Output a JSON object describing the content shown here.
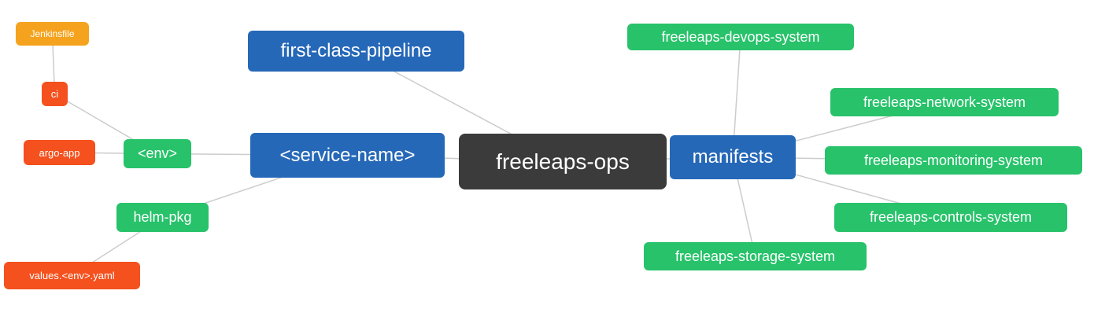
{
  "diagram": {
    "title": "freeleaps-ops mindmap",
    "nodes": {
      "freeleaps_ops": {
        "label": "freeleaps-ops",
        "color": "#3b3b3b"
      },
      "first_class_pipeline": {
        "label": "first-class-pipeline",
        "color": "#2668b8"
      },
      "service_name": {
        "label": "<service-name>",
        "color": "#2668b8"
      },
      "manifests": {
        "label": "manifests",
        "color": "#2668b8"
      },
      "env": {
        "label": "<env>",
        "color": "#27c26a"
      },
      "helm_pkg": {
        "label": "helm-pkg",
        "color": "#27c26a"
      },
      "ci": {
        "label": "ci",
        "color": "#f4511e"
      },
      "argo_app": {
        "label": "argo-app",
        "color": "#f4511e"
      },
      "jenkinsfile": {
        "label": "Jenkinsfile",
        "color": "#f5a31e"
      },
      "values_env_yaml": {
        "label": "values.<env>.yaml",
        "color": "#f4511e"
      },
      "devops_system": {
        "label": "freeleaps-devops-system",
        "color": "#27c26a"
      },
      "network_system": {
        "label": "freeleaps-network-system",
        "color": "#27c26a"
      },
      "monitoring_system": {
        "label": "freeleaps-monitoring-system",
        "color": "#27c26a"
      },
      "controls_system": {
        "label": "freeleaps-controls-system",
        "color": "#27c26a"
      },
      "storage_system": {
        "label": "freeleaps-storage-system",
        "color": "#27c26a"
      }
    },
    "edges": [
      [
        "freeleaps_ops",
        "first_class_pipeline"
      ],
      [
        "freeleaps_ops",
        "service_name"
      ],
      [
        "freeleaps_ops",
        "manifests"
      ],
      [
        "service_name",
        "env"
      ],
      [
        "service_name",
        "helm_pkg"
      ],
      [
        "env",
        "ci"
      ],
      [
        "env",
        "argo_app"
      ],
      [
        "ci",
        "jenkinsfile"
      ],
      [
        "helm_pkg",
        "values_env_yaml"
      ],
      [
        "manifests",
        "devops_system"
      ],
      [
        "manifests",
        "network_system"
      ],
      [
        "manifests",
        "monitoring_system"
      ],
      [
        "manifests",
        "controls_system"
      ],
      [
        "manifests",
        "storage_system"
      ]
    ],
    "line_color": "#cccccc"
  }
}
